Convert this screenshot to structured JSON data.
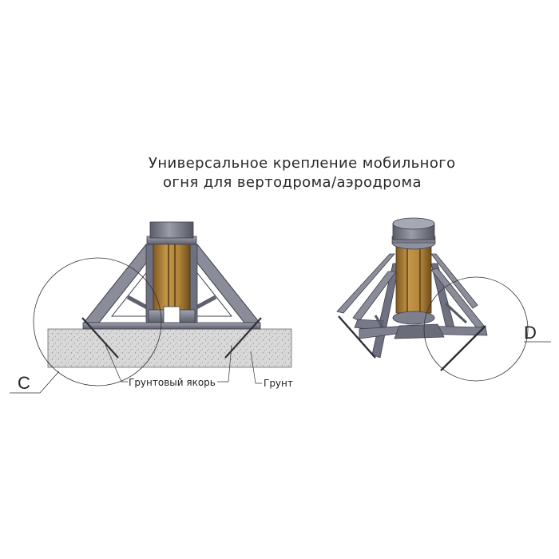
{
  "title": {
    "line1": "Универсальное крепление мобильного",
    "line2": "огня для вертодрома/аэродрома"
  },
  "labels": {
    "ground_anchor": "Грунтовый якорь",
    "ground": "Грунт",
    "detail_c": "C",
    "detail_d": "D"
  },
  "colors": {
    "frame_light": "#8d8f9c",
    "frame_dark": "#4a4c57",
    "frame_mid": "#6e7080",
    "wood": "#b8893a",
    "wood_dark": "#8a6226",
    "cap": "#767884",
    "soil": "#d6d6d6",
    "soil_dots": "#9a9a9a",
    "line": "#333333"
  }
}
